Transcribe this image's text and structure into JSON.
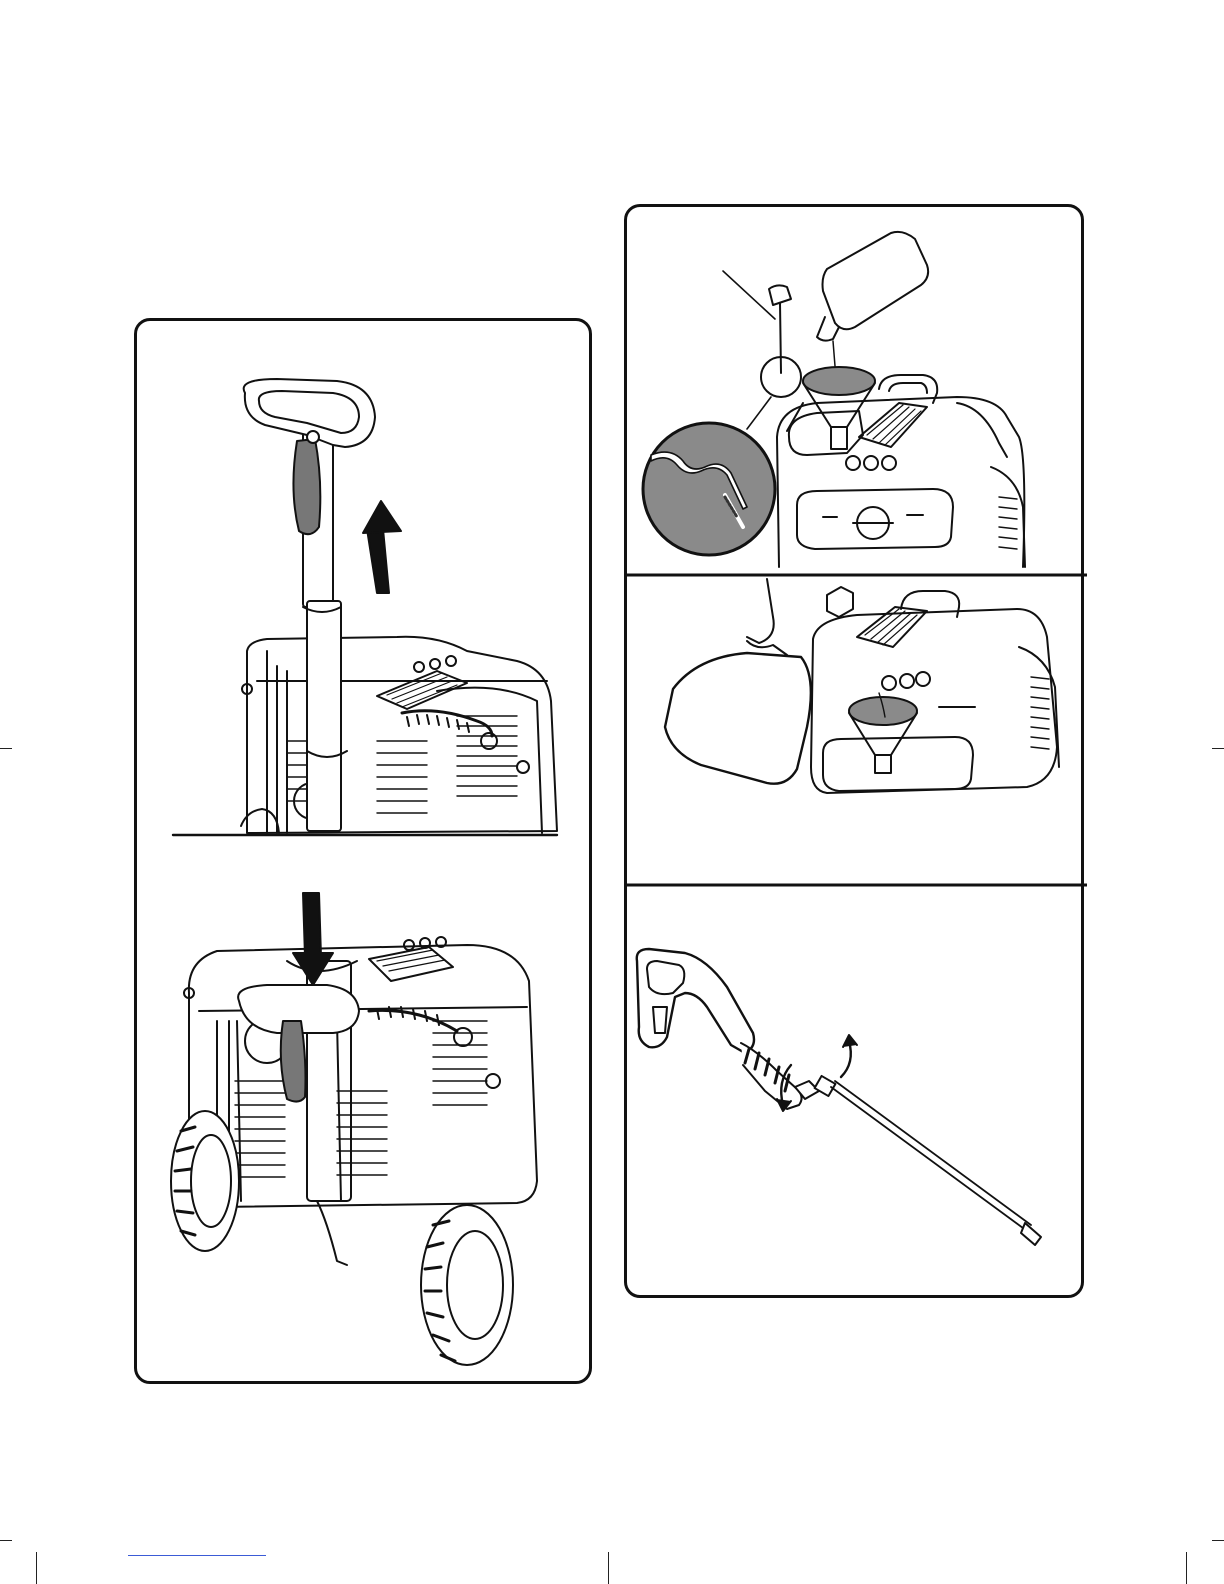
{
  "page": {
    "kind": "owner's manual illustration page",
    "text_elements": []
  },
  "figures": {
    "left_panel": {
      "top_illustration": {
        "icon": "pressure-washer-handle-raised",
        "arrow_direction": "up"
      },
      "bottom_illustration": {
        "icon": "pressure-washer-handle-lowered",
        "arrow_direction": "down"
      }
    },
    "right_panel": {
      "top_illustration": {
        "icon": "pressure-washer-fill-oil-with-dipstick-inset"
      },
      "middle_illustration": {
        "icon": "pressure-washer-fill-fuel-funnel"
      },
      "bottom_illustration": {
        "icon": "spray-gun-wand-twist-connect",
        "arrow_direction": "rotate"
      }
    }
  },
  "colors": {
    "line": "#111111",
    "inset_fill": "#8a8a8a",
    "footer_rule": "#3b5bd6"
  }
}
